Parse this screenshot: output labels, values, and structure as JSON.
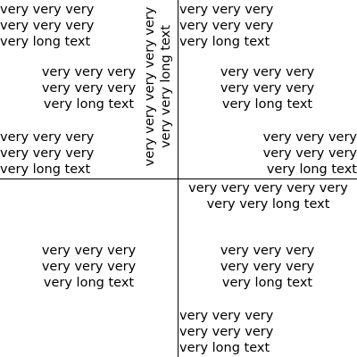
{
  "texts": {
    "tl_top_left": "very very very very very very very long text",
    "tl_center": "very very very very very very very long text",
    "tl_bottom_left": "very very very very very very very long text",
    "tl_rotated": "very very very very very very very long text",
    "tr_top_left": "very very very very very very very long text",
    "tr_center": "very very very very very very very long text",
    "tr_bottom_right": "very very very very very very very long text",
    "br_top_wide": "very very very very very very very long text",
    "br_center": "very very very very very very very long text",
    "br_bottom_left": "very very very very very very very long text",
    "bl_center": "very very very very very very very long text"
  }
}
